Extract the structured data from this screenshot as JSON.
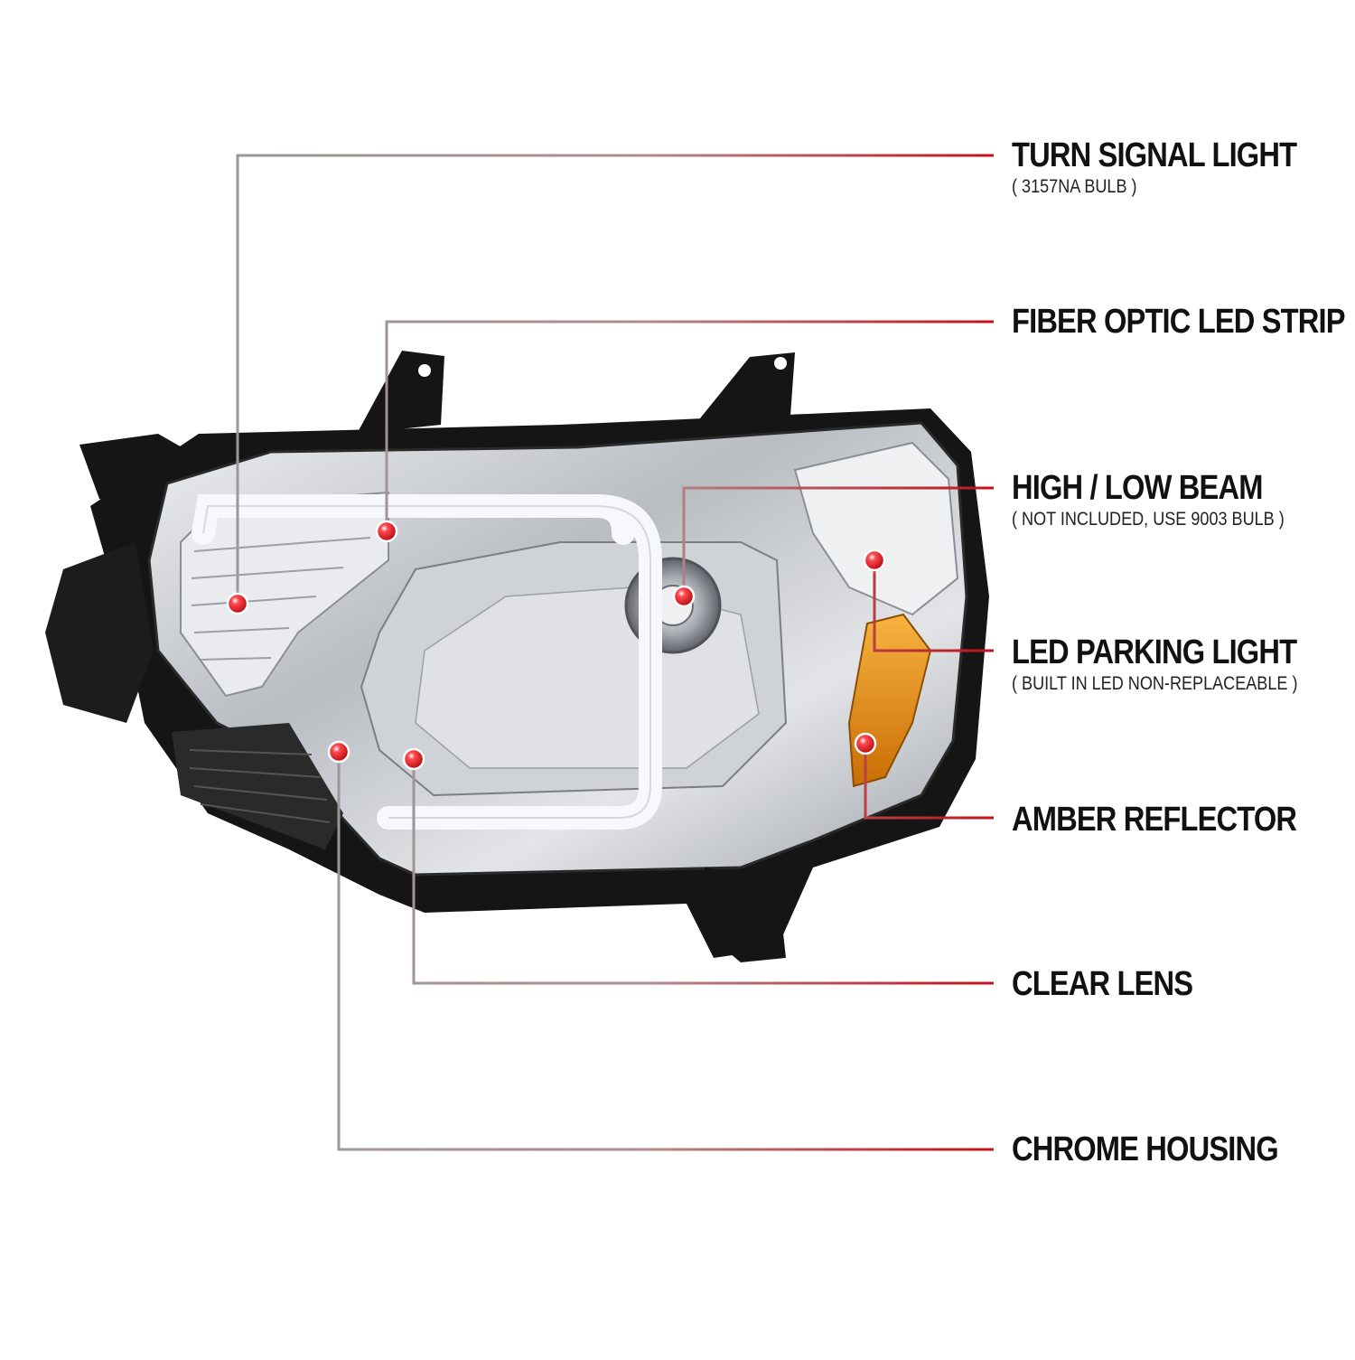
{
  "callouts": [
    {
      "id": "turn-signal",
      "title": "TURN SIGNAL LIGHT",
      "subtitle": "( 3157NA  BULB )"
    },
    {
      "id": "fiber-optic",
      "title": "FIBER OPTIC LED STRIP",
      "subtitle": ""
    },
    {
      "id": "high-low-beam",
      "title": "HIGH / LOW BEAM",
      "subtitle": "( NOT INCLUDED, USE  9003  BULB )"
    },
    {
      "id": "parking-light",
      "title": "LED PARKING LIGHT",
      "subtitle": "( BUILT  IN  LED NON-REPLACEABLE )"
    },
    {
      "id": "amber-reflector",
      "title": "AMBER REFLECTOR",
      "subtitle": ""
    },
    {
      "id": "clear-lens",
      "title": "CLEAR LENS",
      "subtitle": ""
    },
    {
      "id": "chrome-housing",
      "title": "CHROME HOUSING",
      "subtitle": ""
    }
  ],
  "colors": {
    "marker": "#e0101a",
    "leader_start": "#9a9a9a",
    "leader_end": "#c0141c",
    "housing_dark": "#151515",
    "chrome": "#c9ccd0",
    "amber": "#e8920f"
  }
}
